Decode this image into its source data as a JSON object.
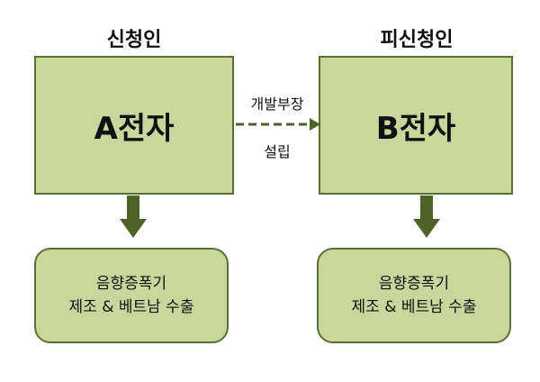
{
  "parties": {
    "left": {
      "role": "신청인",
      "name": "A전자",
      "outcome_line1": "음향증폭기",
      "outcome_line2": "제조 & 베트남 수출"
    },
    "right": {
      "role": "피신청인",
      "name": "B전자",
      "outcome_line1": "음향증폭기",
      "outcome_line2": "제조 & 베트남 수출"
    }
  },
  "link": {
    "label_top": "개발부장",
    "label_bottom": "설립"
  },
  "colors": {
    "box_fill": "#c9d79d",
    "box_border": "#5b6e34",
    "arrow": "#4f6228",
    "dashed_arrow": "#4f6228"
  }
}
